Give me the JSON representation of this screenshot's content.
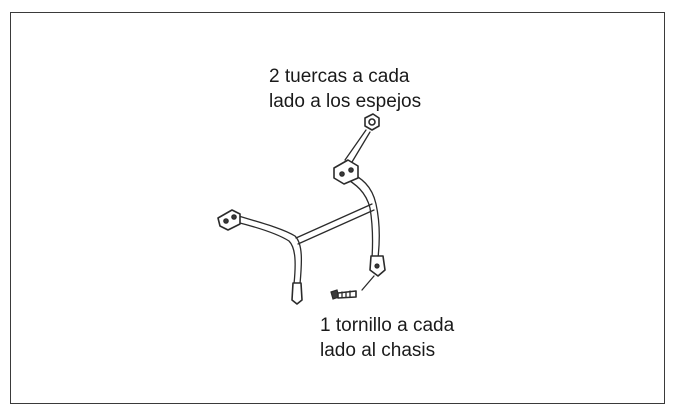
{
  "callouts": {
    "nuts": {
      "line1": "2 tuercas a cada",
      "line2": "lado a los espejos"
    },
    "bolt": {
      "line1": "1 tornillo a cada",
      "line2": "lado al chasis"
    }
  },
  "colors": {
    "stroke": "#2b2b2b",
    "frame_border": "#3a3a3a",
    "text": "#1a1a1a",
    "background": "#ffffff"
  }
}
